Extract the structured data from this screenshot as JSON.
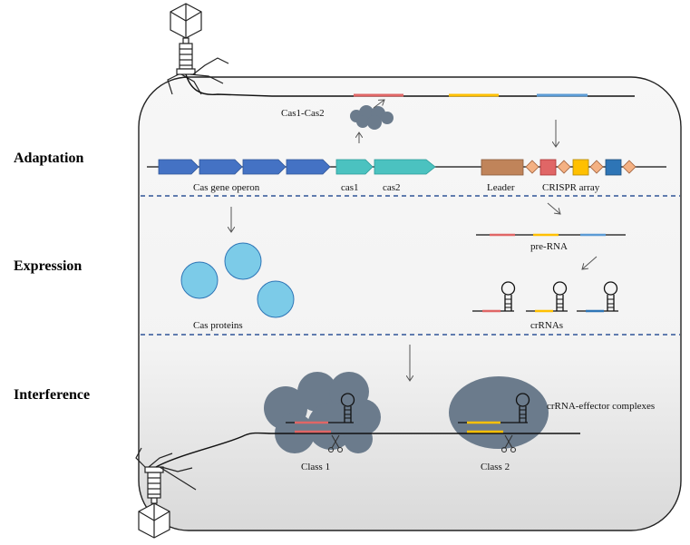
{
  "stages": {
    "adaptation": "Adaptation",
    "expression": "Expression",
    "interference": "Interference"
  },
  "labels": {
    "cas1_cas2": "Cas1-Cas2",
    "cas_gene_operon": "Cas gene operon",
    "cas1": "cas1",
    "cas2": "cas2",
    "leader": "Leader",
    "crispr_array": "CRISPR array",
    "pre_rna": "pre-RNA",
    "cas_proteins": "Cas proteins",
    "crrnas": "crRNAs",
    "complexes": "crRNA-effector complexes",
    "class1": "Class 1",
    "class2": "Class 2"
  },
  "colors": {
    "operon_blue": "#4472c4",
    "cas_teal": "#4bc2c0",
    "leader_brown": "#c0845a",
    "repeat_peach": "#f4b183",
    "spacer_red": "#e06666",
    "spacer_yellow": "#ffc000",
    "spacer_blue": "#2e75b6",
    "protein_light_blue": "#7ccbe8",
    "complex_gray": "#6b7b8c",
    "divider_blue": "#2f5597"
  }
}
